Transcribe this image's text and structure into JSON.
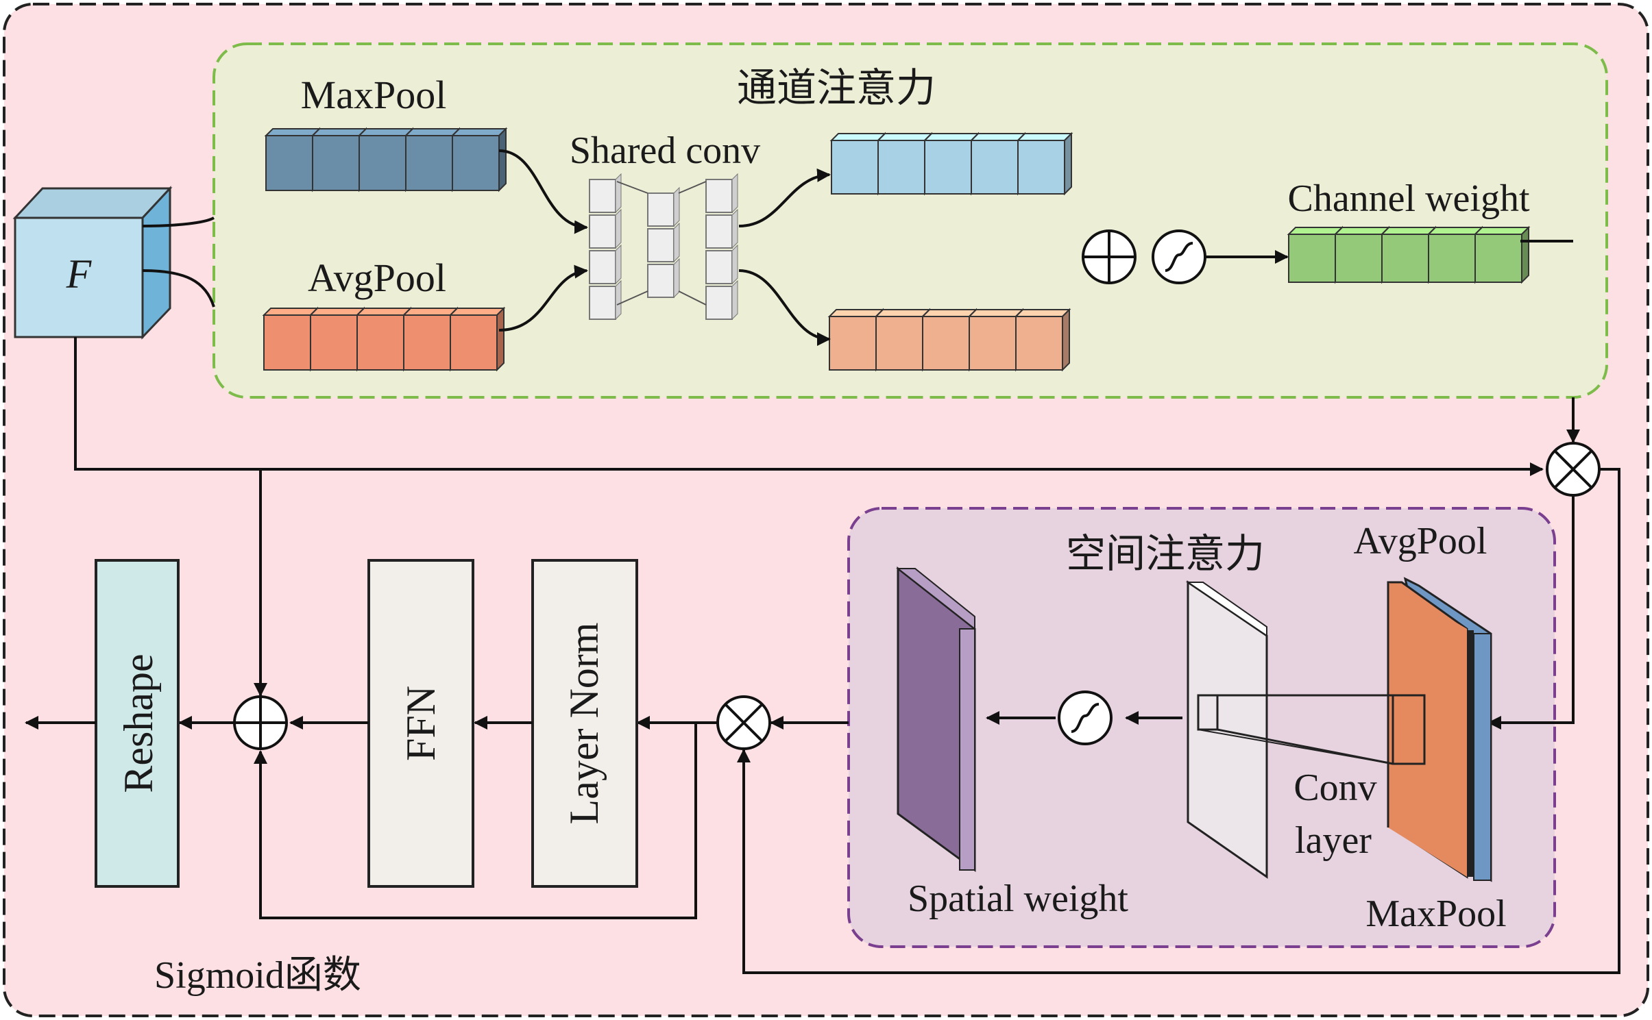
{
  "colors": {
    "background": "#fde0e3",
    "channel_panel": "#edeed6",
    "channel_border": "#7dbb4a",
    "spatial_panel": "#e7d3df",
    "spatial_border": "#7a3f8e",
    "maxpool_blocks": "#6b8ea8",
    "avgpool_blocks": "#ee9070",
    "channel_out_blue": "#a8d1e6",
    "channel_out_orange": "#efb090",
    "channel_weight": "#93c978",
    "input_cube": "#bfe0ef",
    "reshape_block": "#cfe8e8",
    "norm_block": "#f2efea",
    "spatial_weight": "#8a6c98",
    "avgpool_map": "#e48a5e",
    "maxpool_map": "#6f97c4"
  },
  "labels": {
    "channel_attention": "通道注意力",
    "maxpool_top": "MaxPool",
    "avgpool_top": "AvgPool",
    "shared_conv": "Shared conv",
    "channel_weight": "Channel weight",
    "input": "F",
    "spatial_attention": "空间注意力",
    "avgpool_spatial": "AvgPool",
    "maxpool_spatial": "MaxPool",
    "conv_line1": "Conv",
    "conv_line2": "layer",
    "spatial_weight": "Spatial weight",
    "reshape": "Reshape",
    "ffn": "FFN",
    "layer_norm": "Layer Norm",
    "sigmoid_note": "Sigmoid函数"
  },
  "icons": [
    "plus-circle-icon",
    "multiply-circle-icon",
    "sigmoid-icon",
    "arrow-icon"
  ]
}
